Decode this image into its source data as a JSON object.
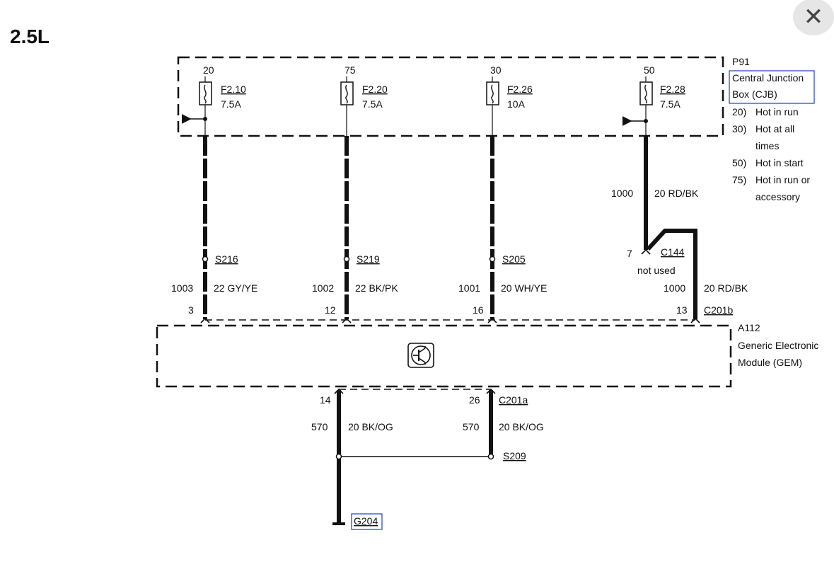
{
  "page_title": "2.5L",
  "close_icon": "close-icon",
  "cjb": {
    "connector": "P91",
    "name_line1": "Central Junction",
    "name_line2": "Box (CJB)",
    "legend": [
      {
        "key": "20)",
        "desc": [
          "Hot in run"
        ]
      },
      {
        "key": "30)",
        "desc": [
          "Hot at all",
          "times"
        ]
      },
      {
        "key": "50)",
        "desc": [
          "Hot in start"
        ]
      },
      {
        "key": "75)",
        "desc": [
          "Hot in run or",
          "accessory"
        ]
      }
    ],
    "fuses": [
      {
        "circuit": "20",
        "id": "F2.10",
        "rating": "7.5A"
      },
      {
        "circuit": "75",
        "id": "F2.20",
        "rating": "7.5A"
      },
      {
        "circuit": "30",
        "id": "F2.26",
        "rating": "10A"
      },
      {
        "circuit": "50",
        "id": "F2.28",
        "rating": "7.5A"
      }
    ]
  },
  "wires": [
    {
      "splice": "S216",
      "circuit": "1003",
      "spec": "22 GY/YE",
      "pin": "3"
    },
    {
      "splice": "S219",
      "circuit": "1002",
      "spec": "22 BK/PK",
      "pin": "12"
    },
    {
      "splice": "S205",
      "circuit": "1001",
      "spec": "20 WH/YE",
      "pin": "16"
    }
  ],
  "start_wire": {
    "circuit_upper": "1000",
    "spec_upper": "20 RD/BK",
    "connector": "C144",
    "connector_pin": "7",
    "connector_note": "not used",
    "circuit_lower": "1000",
    "spec_lower": "20 RD/BK",
    "pin": "13",
    "module_connector": "C201b"
  },
  "gem": {
    "id": "A112",
    "name_line1": "Generic Electronic",
    "name_line2": "Module (GEM)",
    "icon": "transistor-icon"
  },
  "ground": {
    "connector": "C201a",
    "left": {
      "pin": "14",
      "circuit": "570",
      "spec": "20 BK/OG"
    },
    "right": {
      "pin": "26",
      "circuit": "570",
      "spec": "20 BK/OG"
    },
    "splice": "S209",
    "ground_point": "G204"
  }
}
